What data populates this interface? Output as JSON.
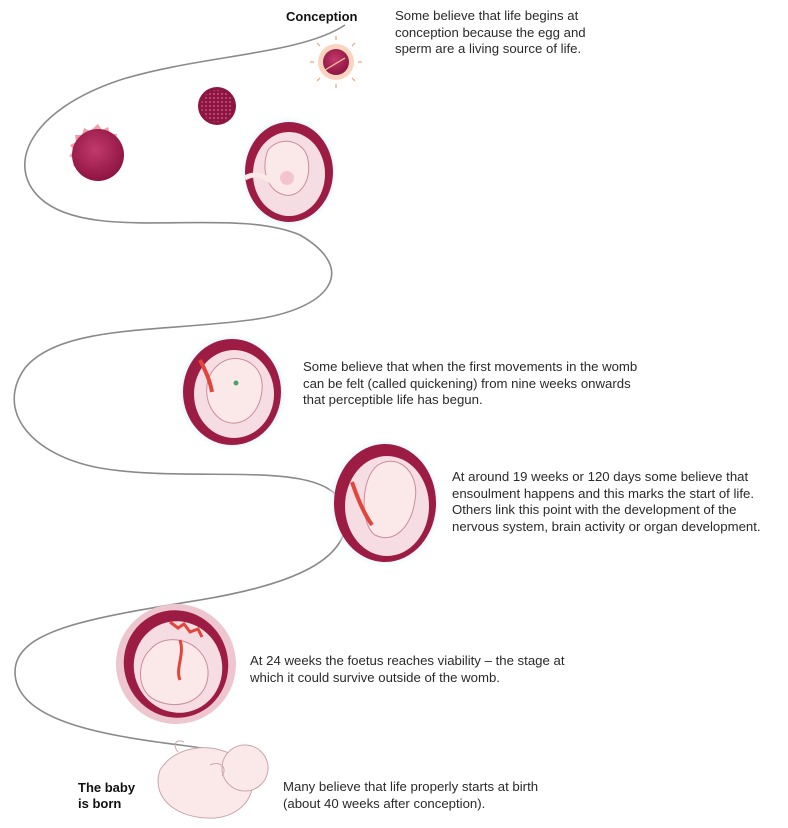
{
  "labels": {
    "conception": "Conception",
    "born_line1": "The baby",
    "born_line2": "is born"
  },
  "stages": [
    {
      "id": "conception",
      "text": "Some believe that life begins at conception because the egg and sperm are a living source of life."
    },
    {
      "id": "quickening",
      "text": "Some believe that when the first movements in the womb can be felt (called quickening) from nine weeks onwards that perceptible life has begun."
    },
    {
      "id": "ensoulment",
      "text": "At around 19 weeks or 120 days some believe that ensoulment happens and this marks the start of life. Others link this point with the development of the nervous system, brain activity or organ development."
    },
    {
      "id": "viability",
      "text": "At 24 weeks the foetus reaches viability – the stage at which it could survive outside of the womb."
    },
    {
      "id": "birth",
      "text": "Many believe that life properly starts at birth (about 40 weeks after conception)."
    }
  ],
  "colors": {
    "path": "#8a8a8a",
    "womb_dark": "#9c1c43",
    "womb_inner": "#f6dde3",
    "halo": "#bfe4f6",
    "cell": "#a01a4c",
    "skin": "#fbe9ea"
  }
}
